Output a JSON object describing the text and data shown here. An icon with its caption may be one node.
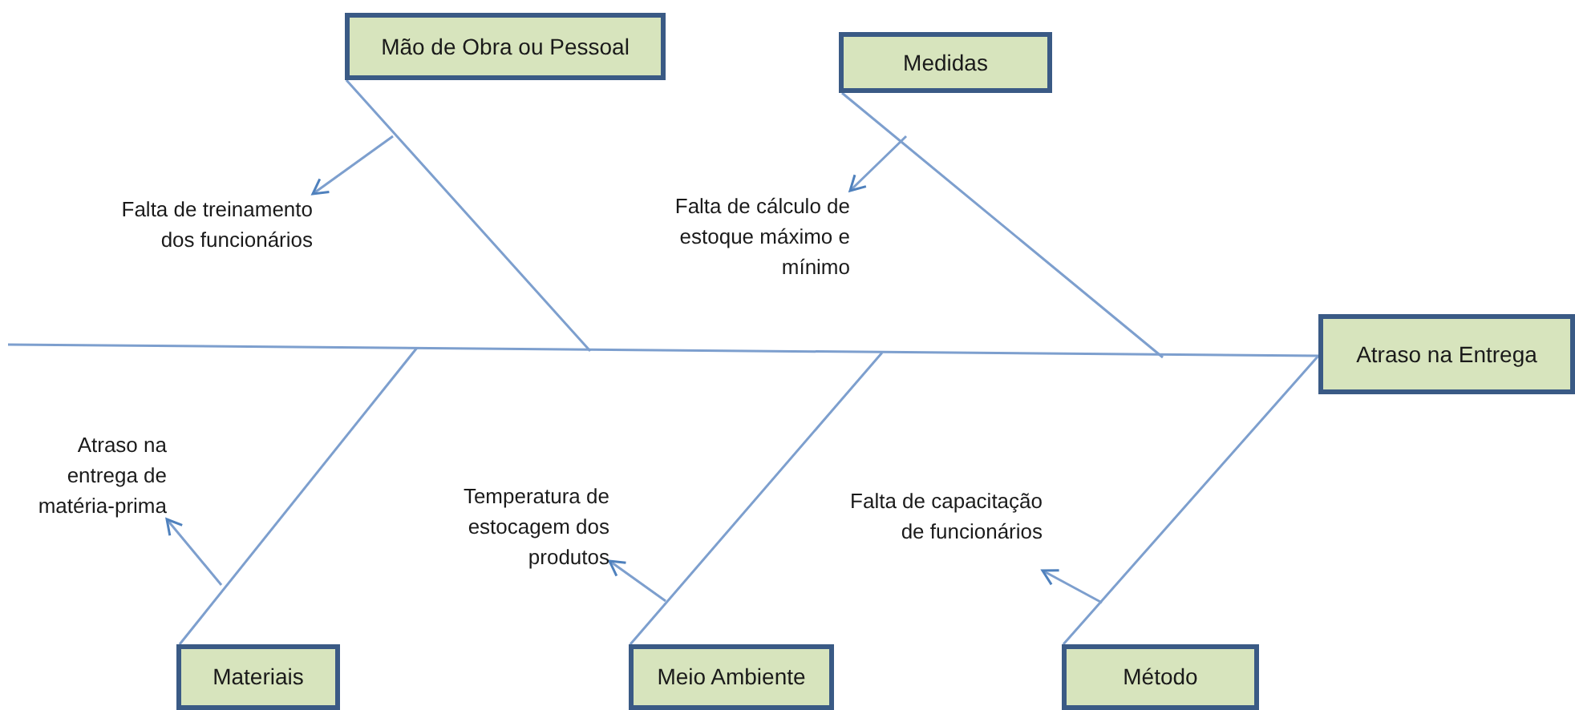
{
  "diagram": {
    "nodes": [
      {
        "text": [
          "Mão de Obra ou Pessoal"
        ]
      },
      {
        "text": [
          "Medidas"
        ]
      },
      {
        "text": [
          "Atraso na Entrega"
        ]
      },
      {
        "text": [
          "Materiais"
        ]
      },
      {
        "text": [
          "Meio Ambiente"
        ]
      },
      {
        "text": [
          "Método"
        ]
      },
      {
        "text": [
          "Falta de treinamento dos funcionários"
        ]
      },
      {
        "text": [
          "Falta de cálculo de estoque máximo e mínimo"
        ]
      },
      {
        "text": [
          "Atraso na entrega de matéria-prima"
        ]
      },
      {
        "text": [
          "Temperatura de estocagem dos produtos"
        ]
      },
      {
        "text": [
          "Falta de capacitação de funcionários"
        ]
      }
    ],
    "edges": [
      {
        "from": null,
        "to": 2,
        "arrow": "none"
      },
      {
        "from": 0,
        "to": null,
        "arrow": "none"
      },
      {
        "from": 1,
        "to": null,
        "arrow": "none"
      },
      {
        "from": 3,
        "to": null,
        "arrow": "none"
      },
      {
        "from": 4,
        "to": null,
        "arrow": "none"
      },
      {
        "from": 5,
        "to": 2,
        "arrow": "none"
      },
      {
        "from": null,
        "to": 6,
        "arrow": "to"
      },
      {
        "from": null,
        "to": 7,
        "arrow": "to"
      },
      {
        "from": null,
        "to": 8,
        "arrow": "to"
      },
      {
        "from": null,
        "to": 9,
        "arrow": "to"
      },
      {
        "from": null,
        "to": 10,
        "arrow": "to"
      }
    ]
  }
}
